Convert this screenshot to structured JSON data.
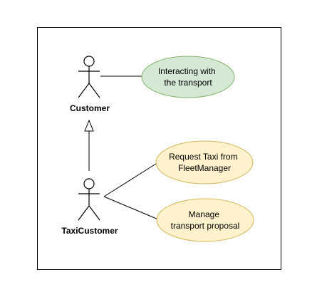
{
  "diagram": {
    "actors": [
      {
        "id": "customer",
        "label": "Customer"
      },
      {
        "id": "taxicustomer",
        "label": "TaxiCustomer"
      }
    ],
    "use_cases": [
      {
        "id": "uc1",
        "lines": [
          "Interacting with",
          "the transport"
        ],
        "fill": "#d5e8d4",
        "stroke": "#82b366"
      },
      {
        "id": "uc2",
        "lines": [
          "Request Taxi from",
          "FleetManager"
        ],
        "fill": "#fff2cc",
        "stroke": "#d6b656"
      },
      {
        "id": "uc3",
        "lines": [
          "Manage",
          "transport proposal"
        ],
        "fill": "#fff2cc",
        "stroke": "#d6b656"
      }
    ],
    "relations": [
      {
        "type": "association",
        "from": "customer",
        "to": "uc1"
      },
      {
        "type": "generalization",
        "from": "taxicustomer",
        "to": "customer"
      },
      {
        "type": "association",
        "from": "taxicustomer",
        "to": "uc2"
      },
      {
        "type": "association",
        "from": "taxicustomer",
        "to": "uc3"
      }
    ]
  }
}
